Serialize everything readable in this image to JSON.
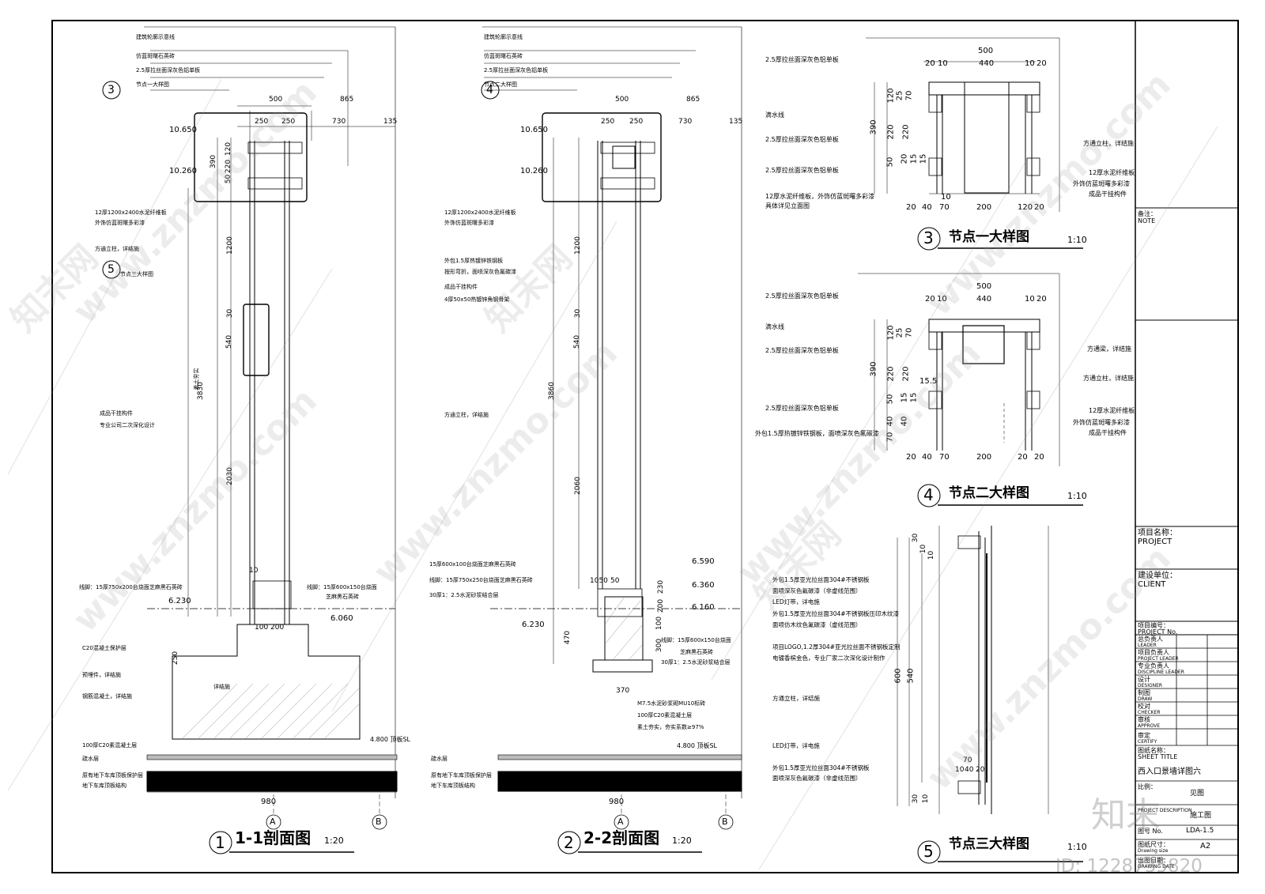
{
  "section1": {
    "number": "1",
    "title": "1-1剖面图",
    "scale": "1:20",
    "notes": [
      "建筑轮廓示意线",
      "仿蓝斑曙石英砖",
      "2.5厚拉丝面深灰色铝单板",
      "节点一大样图",
      "12厚1200x2400水泥纤维板",
      "外饰仿蓝斑曙多彩漆",
      "方通立柱，详结施",
      "节点三大样图",
      "成品干挂构件",
      "专业公司二次深化设计",
      "线脚：15厚750x200台烧面芝麻黑石英砖",
      "线脚：15厚600x150台烧面",
      "芝麻黑石英砖",
      "C20混凝土保护层",
      "预埋件，详结施",
      "钢筋混凝土，详结施",
      "100厚C20素混凝土层",
      "疏水层",
      "原有地下车库顶板保护层",
      "地下车库顶板结构",
      "详结施",
      "素土夯实"
    ],
    "dims": [
      "500",
      "250",
      "250",
      "865",
      "730",
      "135",
      "390",
      "220",
      "120",
      "50",
      "1200",
      "30",
      "540",
      "3830",
      "2030",
      "10",
      "100",
      "200",
      "250",
      "980",
      "6.230",
      "6.060",
      "10.650",
      "10.260",
      "4.800 顶板SL"
    ],
    "callout3": "3",
    "callout5": "5",
    "axisA": "A",
    "axisB": "B"
  },
  "section2": {
    "number": "2",
    "title": "2-2剖面图",
    "scale": "1:20",
    "notes": [
      "建筑轮廓示意线",
      "仿蓝斑曙石英砖",
      "2.5厚拉丝面深灰色铝单板",
      "节点二大样图",
      "12厚1200x2400水泥纤维板",
      "外饰仿蓝斑曙多彩漆",
      "外包1.5厚热镀锌铁钢板",
      "按形弯折，面喷深灰色氟碳漆",
      "成品干挂构件",
      "4厚50x50热镀锌角钢骨架",
      "方通立柱，详结施",
      "15厚600x100台烧面芝麻黑石英砖",
      "线脚：15厚750x250台烧面芝麻黑石英砖",
      "30厚1：2.5水泥砂浆结合层",
      "线脚：15厚600x150台烧面",
      "芝麻黑石英砖",
      "30厚1：2.5水泥砂浆结合层",
      "M7.5水泥砂浆砌MU10标砖",
      "100厚C20素混凝土层",
      "素土夯实，夯实系数≥97%",
      "疏水层",
      "原有地下车库顶板保护层",
      "地下车库顶板结构"
    ],
    "dims": [
      "500",
      "250",
      "250",
      "865",
      "730",
      "135",
      "1200",
      "30",
      "540",
      "3860",
      "2060",
      "1050",
      "50",
      "230",
      "200",
      "100",
      "470",
      "300",
      "370",
      "980",
      "6.590",
      "6.360",
      "6.160",
      "6.230",
      "10.650",
      "10.260",
      "4.800 顶板SL"
    ],
    "callout4": "4",
    "axisA": "A",
    "axisB": "B"
  },
  "detail3": {
    "number": "3",
    "title": "节点一大样图",
    "scale": "1:10",
    "notes": [
      "2.5厚拉丝面深灰色铝单板",
      "滴水线",
      "2.5厚拉丝面深灰色铝单板",
      "2.5厚拉丝面深灰色铝单板",
      "12厚水泥纤维板，外饰仿蓝斑曙多彩漆",
      "具体详见立面图",
      "方通立柱，详结施",
      "12厚水泥纤维板",
      "外饰仿蓝斑曙多彩漆",
      "成品干挂构件"
    ],
    "dims": [
      "500",
      "20",
      "10",
      "440",
      "10",
      "20",
      "120",
      "25",
      "70",
      "390",
      "220",
      "220",
      "50",
      "20",
      "15",
      "15",
      "10",
      "20",
      "40",
      "70",
      "200",
      "120",
      "20"
    ]
  },
  "detail4": {
    "number": "4",
    "title": "节点二大样图",
    "scale": "1:10",
    "notes": [
      "2.5厚拉丝面深灰色铝单板",
      "滴水线",
      "2.5厚拉丝面深灰色铝单板",
      "2.5厚拉丝面深灰色铝单板",
      "外包1.5厚热镀锌铁钢板，面喷深灰色氟碳漆",
      "方通梁，详结施",
      "方通立柱，详结施",
      "12厚水泥纤维板",
      "外饰仿蓝斑曙多彩漆",
      "成品干挂构件"
    ],
    "dims": [
      "500",
      "20",
      "10",
      "440",
      "10",
      "20",
      "120",
      "25",
      "70",
      "390",
      "220",
      "220",
      "15.5",
      "50",
      "15",
      "15",
      "40",
      "40",
      "70",
      "20",
      "40",
      "70",
      "200",
      "20",
      "20"
    ]
  },
  "detail5": {
    "number": "5",
    "title": "节点三大样图",
    "scale": "1:10",
    "notes": [
      "外包1.5厚亚光拉丝面304#不锈钢板",
      "面喷深灰色氟碳漆（非虚线范围）",
      "LED灯带，详电施",
      "外包1.5厚亚光拉丝面304#不锈钢板压印木纹漆",
      "面喷仿木纹色氟碳漆（虚线范围）",
      "项目LOGO,1.2厚304#亚光拉丝面不锈钢板定制",
      "电镀香槟金色，专业厂家二次深化设计制作",
      "方通立柱，详结施",
      "LED灯带，详电施",
      "外包1.5厚亚光拉丝面304#不锈钢板",
      "面喷深灰色氟碳漆（非虚线范围）"
    ],
    "dims": [
      "30",
      "10",
      "10",
      "600",
      "540",
      "70",
      "10",
      "40",
      "20",
      "30",
      "10"
    ]
  },
  "titleblock": {
    "note_cn": "备注：",
    "note_en": "NOTE",
    "project_cn": "项目名称：",
    "project_en": "PROJECT",
    "client_cn": "建设单位：",
    "client_en": "CLIENT",
    "projno_cn": "项目编号：",
    "projno_en": "PROJECT No.",
    "rows": [
      {
        "cn": "总负责人",
        "en": "LEADER"
      },
      {
        "cn": "项目负责人",
        "en": "PROJECT LEADER"
      },
      {
        "cn": "专业负责人",
        "en": "DISCIPLINE LEADER"
      },
      {
        "cn": "设计",
        "en": "DESIGNER"
      },
      {
        "cn": "制图",
        "en": "DRAW"
      },
      {
        "cn": "校对",
        "en": "CHECKER"
      },
      {
        "cn": "审核",
        "en": "APPROVE"
      },
      {
        "cn": "审定",
        "en": "CERTIFY"
      }
    ],
    "sheet_title_cn": "图纸名称：",
    "sheet_title_en": "SHEET TITLE",
    "sheet_title": "西入口景墙详图六",
    "scale_label": "比例：",
    "scale_value": "见图",
    "desc_label": "PROJECT DESCRIPTION",
    "desc_value": "施工图",
    "no_label": "图号 No.",
    "no_value": "LDA-1.5",
    "size_label": "图纸尺寸：",
    "size_en": "Drawing size",
    "size_value": "A2",
    "date_label": "出图日期：",
    "date_en": "DRAWING DATE"
  },
  "watermark": {
    "site": "www.znzmo.com",
    "brand": "知末网",
    "logo": "知末",
    "id": "ID: 1228735820"
  },
  "colors": {
    "ink": "#000000",
    "grid": "#222222",
    "hatch": "#555555",
    "bg": "#ffffff"
  }
}
